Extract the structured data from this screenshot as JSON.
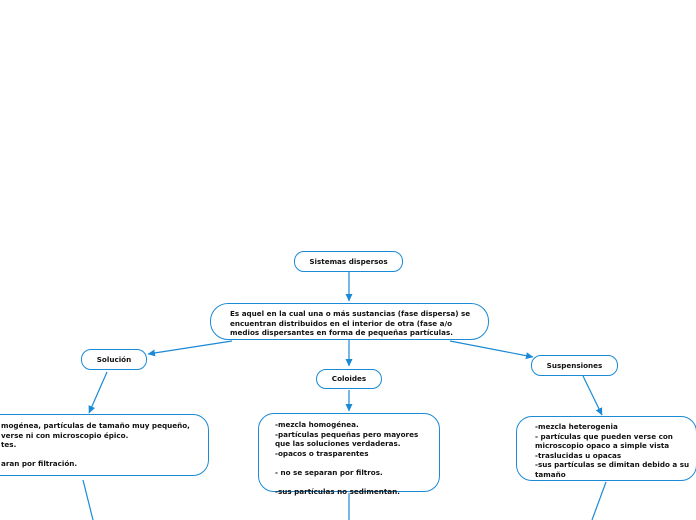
{
  "diagram": {
    "root": {
      "label": "Sistemas dispersos"
    },
    "definition": {
      "text": "Es aquel en la cual una o más sustancias (fase dispersa) se\nencuentran distribuidos en el interior de otra (fase a/o\nmedios dispersantes en forma de pequeñas partículas."
    },
    "branches": [
      {
        "label": "Solución",
        "detail": "mogénea, partículas de tamaño muy pequeño,\nverse ni con microscopio épico.\ntes.\n\naran por filtración.\n\nulas no sedimenta."
      },
      {
        "label": "Coloides",
        "detail": "-mezcla homogénea.\n-partículas pequeñas pero mayores\nque las soluciones verdaderas.\n-opacos o trasparentes\n\n- no se separan por filtros.\n\n-sus partículas no sedimentan."
      },
      {
        "label": "Suspensiones",
        "detail": "-mezcla heterogenia\n- partículas que pueden verse con\nmicroscopio opaco a simple vista\n-traslucidas u opacas\n-sus partículas se dimitan debido a su\ntamaño"
      }
    ],
    "colors": {
      "connector": "#1b8ad6",
      "border": "#1b8ad6",
      "text": "#111111",
      "background": "#ffffff"
    }
  }
}
